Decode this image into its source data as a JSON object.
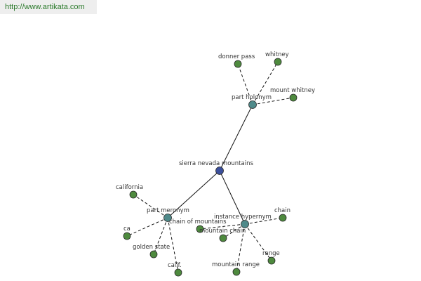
{
  "source": {
    "url_text": "http://www.artikata.com"
  },
  "colors": {
    "root": "#3b4f9b",
    "relation": "#4f8a8a",
    "leaf": "#4e8a3e",
    "link_text": "#2b7a2b"
  },
  "graph": {
    "root": {
      "id": "root",
      "label": "sierra nevada mountains"
    },
    "relations": [
      {
        "id": "holonym",
        "label": "part holonym"
      },
      {
        "id": "meronym",
        "label": "part meronym"
      },
      {
        "id": "hypernym",
        "label": "instance hypernym"
      }
    ],
    "leaves": [
      {
        "id": "donner",
        "label": "donner pass",
        "parent": "holonym"
      },
      {
        "id": "whitney",
        "label": "whitney",
        "parent": "holonym"
      },
      {
        "id": "mwhitney",
        "label": "mount whitney",
        "parent": "holonym"
      },
      {
        "id": "calif",
        "label": "california",
        "parent": "meronym"
      },
      {
        "id": "ca",
        "label": "ca",
        "parent": "meronym"
      },
      {
        "id": "golden",
        "label": "golden state",
        "parent": "meronym"
      },
      {
        "id": "califabbr",
        "label": "calif.",
        "parent": "meronym"
      },
      {
        "id": "chainmt",
        "label": "chain of mountains",
        "parent": "hypernym"
      },
      {
        "id": "mchain",
        "label": "mountain chain",
        "parent": "hypernym"
      },
      {
        "id": "chain",
        "label": "chain",
        "parent": "hypernym"
      },
      {
        "id": "range",
        "label": "range",
        "parent": "hypernym"
      },
      {
        "id": "mrange",
        "label": "mountain range",
        "parent": "hypernym"
      }
    ]
  }
}
